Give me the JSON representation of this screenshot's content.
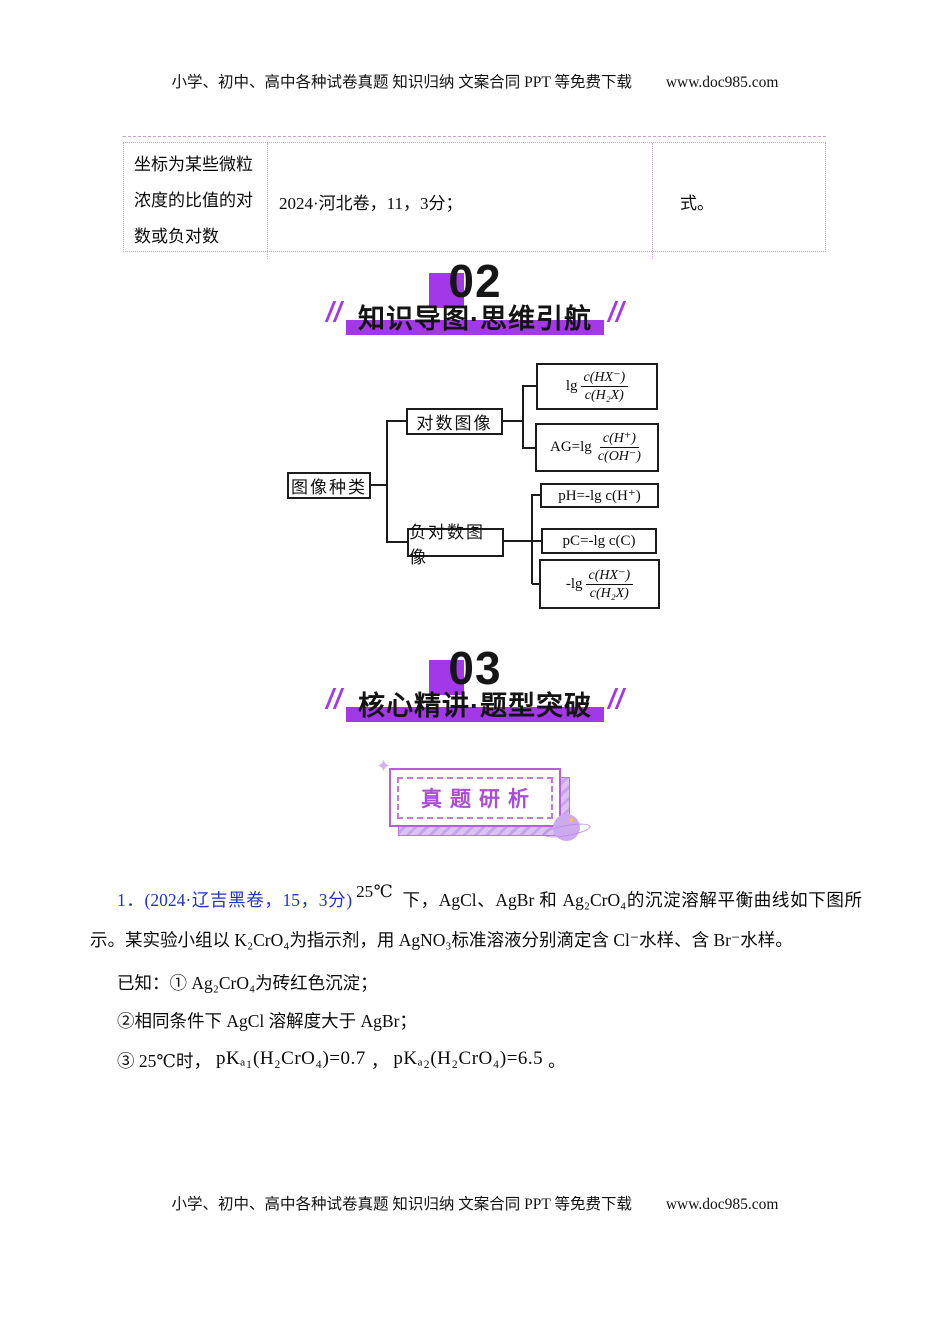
{
  "colors": {
    "accent_purple": "#A238E8",
    "badge_purple": "#A94FD6",
    "badge_border": "#B65FDC",
    "table_border": "#C9A0C9",
    "question_blue": "#2233BB"
  },
  "header": {
    "text": "小学、初中、高中各种试卷真题 知识归纳 文案合同 PPT 等免费下载",
    "site": "www.doc985.com"
  },
  "table": {
    "col1": "坐标为某些微粒浓度的比值的对数或负对数",
    "col2": "2024·河北卷，11，3分；",
    "col3": "式。"
  },
  "section02": {
    "number": "02",
    "title": "知识导图·思维引航"
  },
  "diagram": {
    "root": "图像种类",
    "branch_log": "对数图像",
    "branch_neglog": "负对数图像",
    "f1": {
      "prefix": "lg",
      "num": "c(HX⁻)",
      "den": "c(H₂X)"
    },
    "f2": {
      "prefix": "AG=lg",
      "num": "c(H⁺)",
      "den": "c(OH⁻)"
    },
    "f3": "pH=-lg c(H⁺)",
    "f4": "pC=-lg c(C)",
    "f5": {
      "prefix": "-lg",
      "num": "c(HX⁻)",
      "den": "c(H₂X)"
    }
  },
  "section03": {
    "number": "03",
    "title": "核心精讲·题型突破"
  },
  "badge": {
    "label": "真题研析",
    "sparkle": "✦"
  },
  "question": {
    "ref": "1．(2024·辽吉黑卷，15，3分)",
    "temp": "25℃",
    "intro": "下，AgCl、AgBr 和 Ag₂CrO₄的沉淀溶解平衡曲线如下图所示。某实验小组以 K₂CrO₄为指示剂，用 AgNO₃标准溶液分别滴定含 Cl⁻水样、含 Br⁻水样。",
    "known1": "已知：① Ag₂CrO₄为砖红色沉淀；",
    "known2": "②相同条件下 AgCl 溶解度大于 AgBr；",
    "known3_prefix": "③ 25℃时，",
    "known3_f1": "pKₐ₁(H₂CrO₄)=0.7",
    "known3_sep": "，",
    "known3_f2": "pKₐ₂(H₂CrO₄)=6.5",
    "known3_end": "。"
  },
  "footer": {
    "text": "小学、初中、高中各种试卷真题 知识归纳 文案合同 PPT 等免费下载",
    "site": "www.doc985.com"
  }
}
